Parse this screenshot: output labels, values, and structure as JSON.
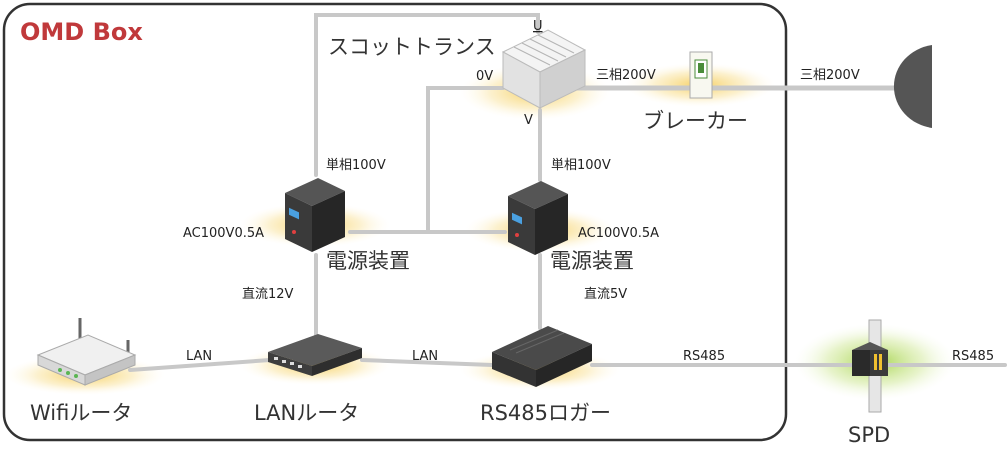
{
  "box": {
    "title": "OMD Box"
  },
  "transformer": {
    "label": "スコットトランス",
    "u": "U",
    "zero_v": "0V",
    "v": "V"
  },
  "breaker": {
    "label": "ブレーカー"
  },
  "lines": {
    "three_phase_inner": "三相200V",
    "three_phase_outer": "三相200V",
    "single_left": "単相100V",
    "single_right": "単相100V",
    "dc_left": "直流12V",
    "dc_right": "直流5V",
    "lan_left": "LAN",
    "lan_right": "LAN",
    "rs485_inner": "RS485",
    "rs485_outer": "RS485"
  },
  "psu_left": {
    "rating": "AC100V0.5A",
    "label": "電源装置"
  },
  "psu_right": {
    "rating": "AC100V0.5A",
    "label": "電源装置"
  },
  "devices": {
    "wifi": "Wifiルータ",
    "lan_router": "LANルータ",
    "logger": "RS485ロガー",
    "spd": "SPD"
  },
  "colors": {
    "title": "#c0393b",
    "glow": "#f5c84a",
    "spd_glow": "#9bcf3a",
    "wire": "#c8c8c8"
  }
}
